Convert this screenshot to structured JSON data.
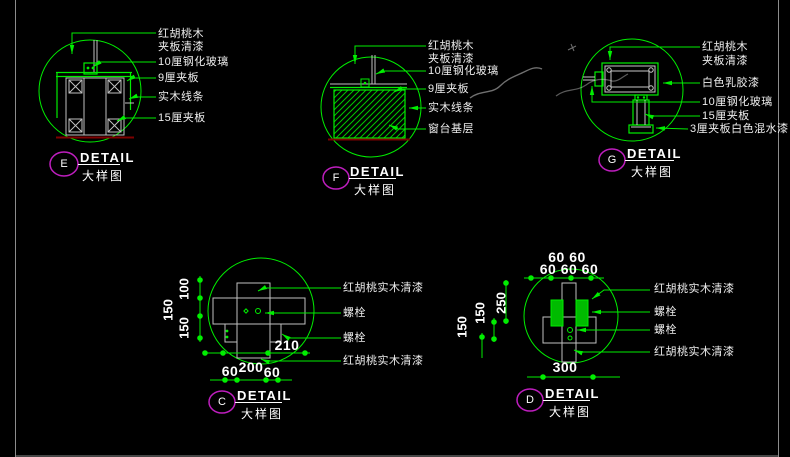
{
  "colors": {
    "line_green": "#00ee00",
    "structure_grey": "#c0c0c0",
    "marker_purple": "#be1ebe",
    "baseline_red": "#7e0000",
    "text_white": "#ffffff",
    "border_grey": "#8c8c8c"
  },
  "detail_e": {
    "letter": "E",
    "title": "DETAIL",
    "subtitle": "大样图",
    "label_1a": "红胡桃木",
    "label_1b": "夹板清漆",
    "label_2": "10厘钢化玻璃",
    "label_3": "9厘夹板",
    "label_4": "实木线条",
    "label_5": "15厘夹板"
  },
  "detail_f": {
    "letter": "F",
    "title": "DETAIL",
    "subtitle": "大样图",
    "label_1a": "红胡桃木",
    "label_1b": "夹板清漆",
    "label_2": "10厘钢化玻璃",
    "label_3": "9厘夹板",
    "label_4": "实木线条",
    "label_5": "窗台基层"
  },
  "detail_g": {
    "letter": "G",
    "title": "DETAIL",
    "subtitle": "大样图",
    "label_1a": "红胡桃木",
    "label_1b": "夹板清漆",
    "label_2": "白色乳胶漆",
    "label_3": "10厘钢化玻璃",
    "label_4": "15厘夹板",
    "label_5": "3厘夹板白色混水漆"
  },
  "detail_c": {
    "letter": "C",
    "title": "DETAIL",
    "subtitle": "大样图",
    "label_1": "红胡桃实木清漆",
    "label_2": "螺栓",
    "label_3": "螺栓",
    "label_4": "红胡桃实木清漆",
    "dim_left_1": "100",
    "dim_left_2": "150",
    "dim_left_3": "150",
    "dim_inner": "210",
    "dim_bottom_1": "60",
    "dim_bottom_2": "200",
    "dim_bottom_3": "60"
  },
  "detail_d": {
    "letter": "D",
    "title": "DETAIL",
    "subtitle": "大样图",
    "label_1": "红胡桃实木清漆",
    "label_2": "螺栓",
    "label_3": "螺栓",
    "label_4": "红胡桃实木清漆",
    "dim_top_row1": "60 60",
    "dim_top_row2": "60 60 60",
    "dim_left_inner": "250",
    "dim_left_mid": "150",
    "dim_left_outer": "150",
    "dim_bottom": "300"
  }
}
